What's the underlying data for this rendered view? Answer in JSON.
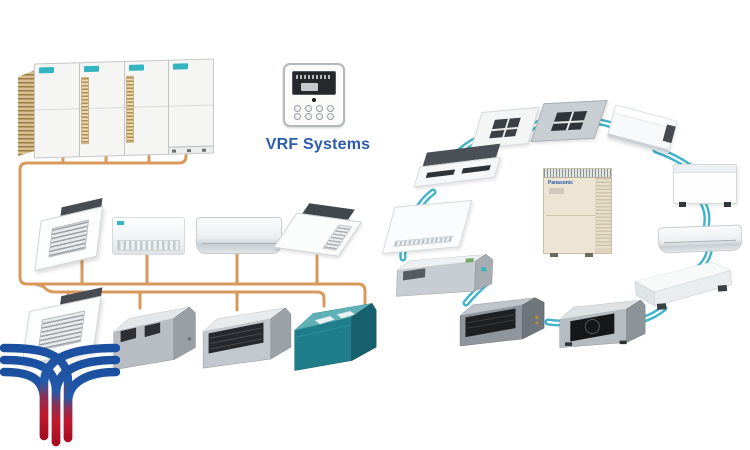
{
  "caption": {
    "vrf_label": "VRF Systems"
  },
  "right_diagram": {
    "center_unit": {
      "icon": "vrf-outdoor-unit-icon",
      "brand": "Panasonic"
    },
    "ring_units": [
      {
        "icon": "four-way-cassette-white-icon"
      },
      {
        "icon": "four-way-cassette-grey-icon"
      },
      {
        "icon": "ceiling-concealed-duct-icon"
      },
      {
        "icon": "floor-console-icon"
      },
      {
        "icon": "wall-mounted-split-icon"
      },
      {
        "icon": "ceiling-suspended-icon"
      },
      {
        "icon": "high-static-ducted-icon"
      },
      {
        "icon": "mid-static-ducted-icon"
      },
      {
        "icon": "slim-ducted-icon"
      },
      {
        "icon": "one-way-cassette-icon"
      },
      {
        "icon": "two-way-cassette-icon"
      }
    ]
  },
  "left_diagram": {
    "outdoor_bank": {
      "icon": "vrf-outdoor-unit-bank-icon",
      "module_count": 4
    },
    "controller": {
      "icon": "wired-wall-controller-icon"
    },
    "middle_row_units": [
      {
        "icon": "four-way-cassette-icon"
      },
      {
        "icon": "under-ceiling-unit-icon"
      },
      {
        "icon": "wall-mounted-split-icon"
      },
      {
        "icon": "one-way-cassette-icon"
      }
    ],
    "bottom_row_units": [
      {
        "icon": "four-way-cassette-icon"
      },
      {
        "icon": "ducted-unit-icon"
      },
      {
        "icon": "ducted-unit-icon"
      },
      {
        "icon": "ducted-unit-teal-icon"
      }
    ],
    "logo": {
      "icon": "company-logo"
    }
  },
  "colors": {
    "pipe_orange": "#d9995c",
    "line_teal": "#3fb3c8",
    "badge_teal": "#35b4c2",
    "caption_blue": "#2b5cad",
    "logo_blue": "#1b4f9f",
    "logo_red": "#c01a2e",
    "outdoor_beige": "#ece5d4"
  }
}
